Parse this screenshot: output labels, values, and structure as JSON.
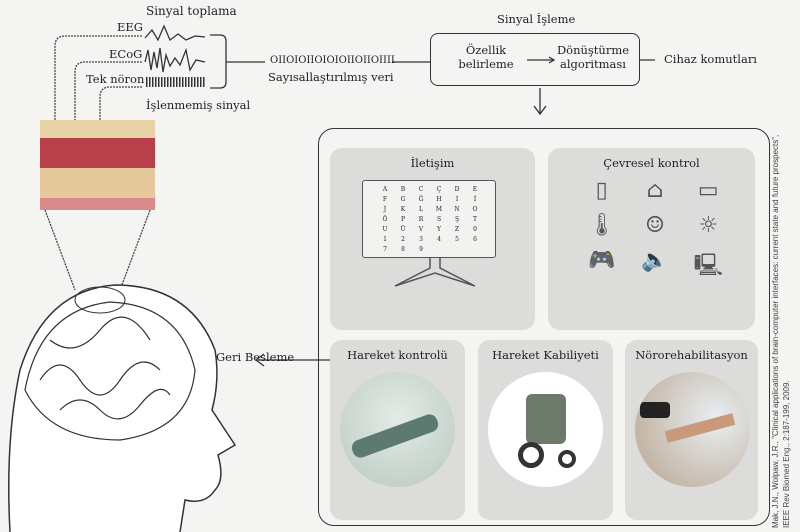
{
  "acquisition": {
    "title": "Sinyal toplama",
    "labels": [
      "EEG",
      "ECoG",
      "Tek nöron"
    ],
    "raw_label": "İşlenmemiş sinyal"
  },
  "digitized": {
    "bits": "OIIOIOIIOIOIOIIOIIOIIII",
    "label": "Sayısallaştırılmış veri"
  },
  "processing": {
    "title": "Sinyal İşleme",
    "step1": "Özellik belirleme",
    "step2": "Dönüştürme algoritması"
  },
  "device_commands": "Cihaz komutları",
  "feedback": "Geri Besleme",
  "panels": {
    "communication": "İletişim",
    "environment": "Çevresel kontrol",
    "movement": "Hareket kontrolü",
    "mobility": "Hareket Kabiliyeti",
    "neurorehab": "Nörorehabilitasyon"
  },
  "speller_grid": [
    "A",
    "B",
    "C",
    "Ç",
    "D",
    "E",
    "F",
    "G",
    "Ğ",
    "H",
    "I",
    "İ",
    "J",
    "K",
    "L",
    "M",
    "N",
    "O",
    "Ö",
    "P",
    "R",
    "S",
    "Ş",
    "T",
    "U",
    "Ü",
    "V",
    "Y",
    "Z",
    "0",
    "1",
    "2",
    "3",
    "4",
    "5",
    "6",
    "7",
    "8",
    "9"
  ],
  "environment_icons": [
    "phone-icon",
    "house-icon",
    "tv-icon",
    "thermometer-icon",
    "head-icon",
    "lightbulb-icon",
    "gamepad-icon",
    "speaker-icon",
    "computer-icon"
  ],
  "citation": "Mak, J.N., Wolpaw, J.R., \"Clinical applications of brain-computer interfaces: current state and future prospects\", IEEE Rev Biomed Eng., 2:187-199, 2009."
}
